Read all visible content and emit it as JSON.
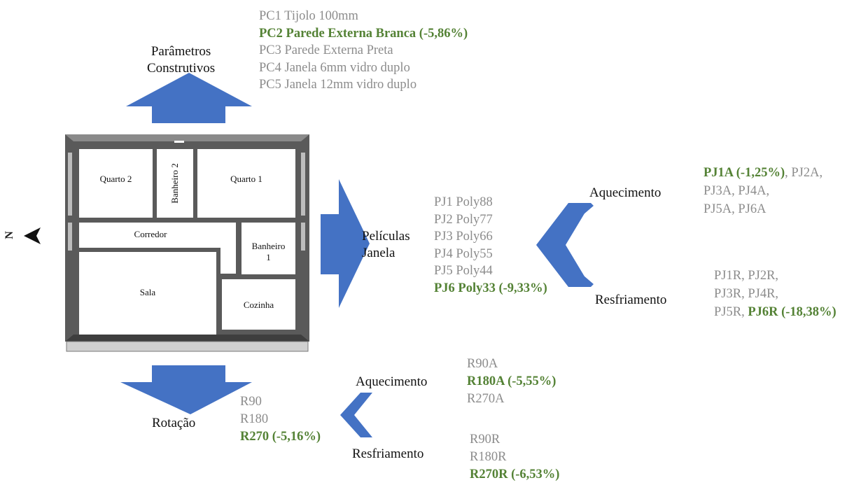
{
  "construtivos": {
    "label": [
      "Parâmetros",
      "Construtivos"
    ],
    "items": [
      {
        "text": "PC1 Tijolo 100mm",
        "highlight": false
      },
      {
        "text": "PC2 Parede Externa Branca (-5,86%)",
        "highlight": true
      },
      {
        "text": "PC3 Parede Externa Preta",
        "highlight": false
      },
      {
        "text": "PC4 Janela 6mm vidro duplo",
        "highlight": false
      },
      {
        "text": "PC5 Janela 12mm vidro duplo",
        "highlight": false
      }
    ]
  },
  "floorplan": {
    "rooms": {
      "quarto2": "Quarto 2",
      "banheiro2": "Banheiro 2",
      "quarto1": "Quarto 1",
      "corredor": "Corredor",
      "banheiro1_a": "Banheiro",
      "banheiro1_b": "1",
      "sala": "Sala",
      "cozinha": "Cozinha"
    },
    "north_label": "N"
  },
  "peliculas": {
    "label": [
      "Películas",
      "Janela"
    ],
    "items": [
      {
        "text": "PJ1 Poly88",
        "highlight": false
      },
      {
        "text": "PJ2 Poly77",
        "highlight": false
      },
      {
        "text": "PJ3 Poly66",
        "highlight": false
      },
      {
        "text": "PJ4 Poly55",
        "highlight": false
      },
      {
        "text": "PJ5 Poly44",
        "highlight": false
      },
      {
        "text": "PJ6 Poly33 (-9,33%)",
        "highlight": true
      }
    ],
    "aquecimento_label": "Aquecimento",
    "resfriamento_label": "Resfriamento",
    "aquecimento_lines": [
      [
        {
          "text": "PJ1A (-1,25%)",
          "highlight": true
        },
        {
          "text": ", PJ2A,",
          "highlight": false
        }
      ],
      [
        {
          "text": "PJ3A, PJ4A,",
          "highlight": false
        }
      ],
      [
        {
          "text": "PJ5A, PJ6A",
          "highlight": false
        }
      ]
    ],
    "resfriamento_lines": [
      [
        {
          "text": "PJ1R, PJ2R,",
          "highlight": false
        }
      ],
      [
        {
          "text": "PJ3R, PJ4R,",
          "highlight": false
        }
      ],
      [
        {
          "text": "PJ5R, ",
          "highlight": false
        },
        {
          "text": "PJ6R (-18,38%)",
          "highlight": true
        }
      ]
    ]
  },
  "rotacao": {
    "label": "Rotação",
    "items": [
      {
        "text": "R90",
        "highlight": false
      },
      {
        "text": "R180",
        "highlight": false
      },
      {
        "text": "R270 (-5,16%)",
        "highlight": true
      }
    ],
    "aquecimento_label": "Aquecimento",
    "resfriamento_label": "Resfriamento",
    "aquecimento_items": [
      {
        "text": "R90A",
        "highlight": false
      },
      {
        "text": "R180A (-5,55%)",
        "highlight": true
      },
      {
        "text": "R270A",
        "highlight": false
      }
    ],
    "resfriamento_items": [
      {
        "text": "R90R",
        "highlight": false
      },
      {
        "text": "R180R",
        "highlight": false
      },
      {
        "text": "R270R (-6,53%)",
        "highlight": true
      }
    ]
  },
  "colors": {
    "arrow": "#4472c4",
    "highlight": "#548235",
    "muted": "#8c8c8c"
  }
}
